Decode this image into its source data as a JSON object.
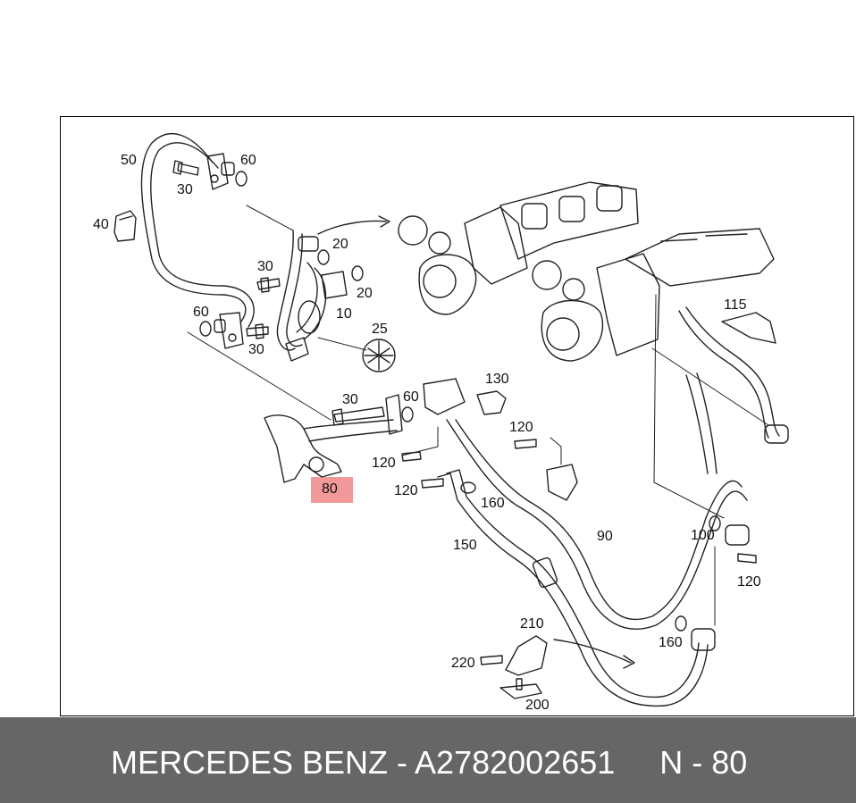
{
  "diagram": {
    "labels": {
      "p50": "50",
      "p60a": "60",
      "p30a": "30",
      "p40": "40",
      "p20a": "20",
      "p30b": "30",
      "p20b": "20",
      "p10": "10",
      "p60b": "60",
      "p30c": "30",
      "p25": "25",
      "p115": "115",
      "p30d": "30",
      "p60c": "60",
      "p130": "130",
      "p120a": "120",
      "p120b": "120",
      "p80": "80",
      "p120c": "120",
      "p160a": "160",
      "p150": "150",
      "p90": "90",
      "p100": "100",
      "p120d": "120",
      "p160b": "160",
      "p210": "210",
      "p220": "220",
      "p200": "200"
    },
    "highlight_color": "#e64646"
  },
  "footer": {
    "brand": "MERCEDES BENZ",
    "part_number": "A2782002651",
    "position": "N - 80",
    "text": "MERCEDES BENZ - A2782002651     N - 80",
    "background": "#666666"
  }
}
